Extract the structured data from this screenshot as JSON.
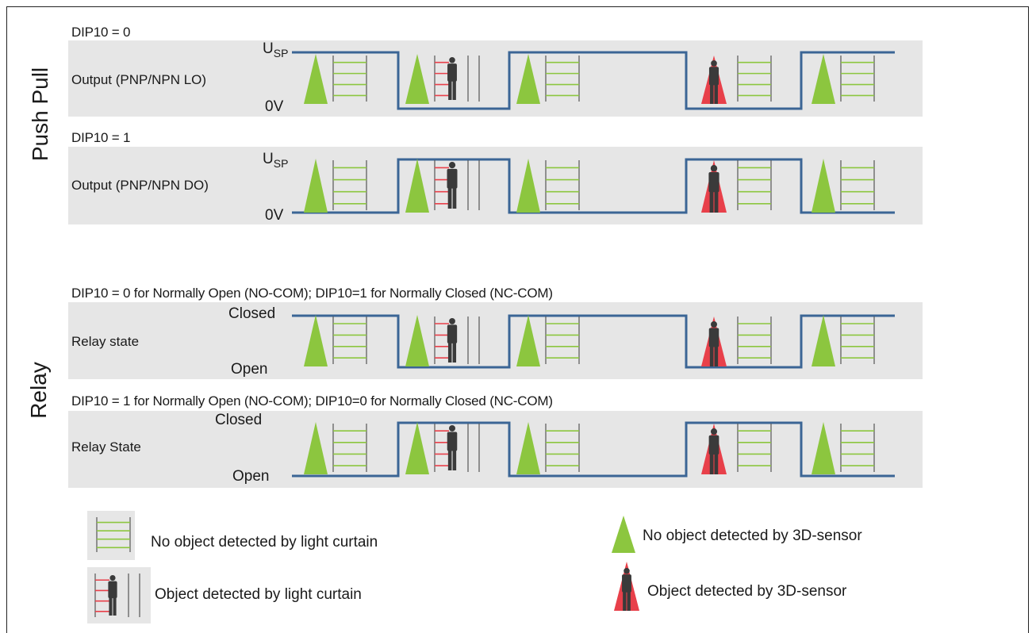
{
  "groups": {
    "push_pull": "Push Pull",
    "relay": "Relay"
  },
  "rows": [
    {
      "header": "DIP10 = 0",
      "label": "Output (PNP/NPN LO)",
      "high_label_main": "U",
      "high_label_sub": "SP",
      "low_label": "0V",
      "start_level": "high"
    },
    {
      "header": "DIP10 = 1",
      "label": "Output (PNP/NPN DO)",
      "high_label_main": "U",
      "high_label_sub": "SP",
      "low_label": "0V",
      "start_level": "low"
    },
    {
      "header": "DIP10 = 0 for Normally Open (NO-COM); DIP10=1 for Normally Closed (NC-COM)",
      "label": "Relay state",
      "high_label_main": "Closed",
      "high_label_sub": "",
      "low_label": "Open",
      "start_level": "high"
    },
    {
      "header": "DIP10 = 1 for Normally Open (NO-COM); DIP10=0 for Normally Closed (NC-COM)",
      "label": "Relay State",
      "high_label_main": "Closed",
      "high_label_sub": "",
      "low_label": "Open",
      "start_level": "low"
    }
  ],
  "sequence": [
    {
      "sensor": "no-object",
      "curtain": "no-object"
    },
    {
      "sensor": "no-object",
      "curtain": "object"
    },
    {
      "sensor": "no-object",
      "curtain": "no-object"
    },
    {
      "sensor": "object",
      "curtain": "no-object"
    },
    {
      "sensor": "no-object",
      "curtain": "no-object"
    }
  ],
  "legend": {
    "curtain_clear": "No object detected by light curtain",
    "curtain_object": "Object detected by light curtain",
    "sensor_clear": "No object detected by 3D-sensor",
    "sensor_object": "Object detected by 3D-sensor"
  },
  "colors": {
    "signal_line": "#3b6595",
    "band": "#e6e6e6",
    "sensor_clear": "#8cc63f",
    "sensor_object": "#e8404a",
    "curtain_beam_clear": "#8cc63f",
    "curtain_beam_object": "#e8404a",
    "person": "#3a3a3a",
    "frame": "#222222"
  }
}
